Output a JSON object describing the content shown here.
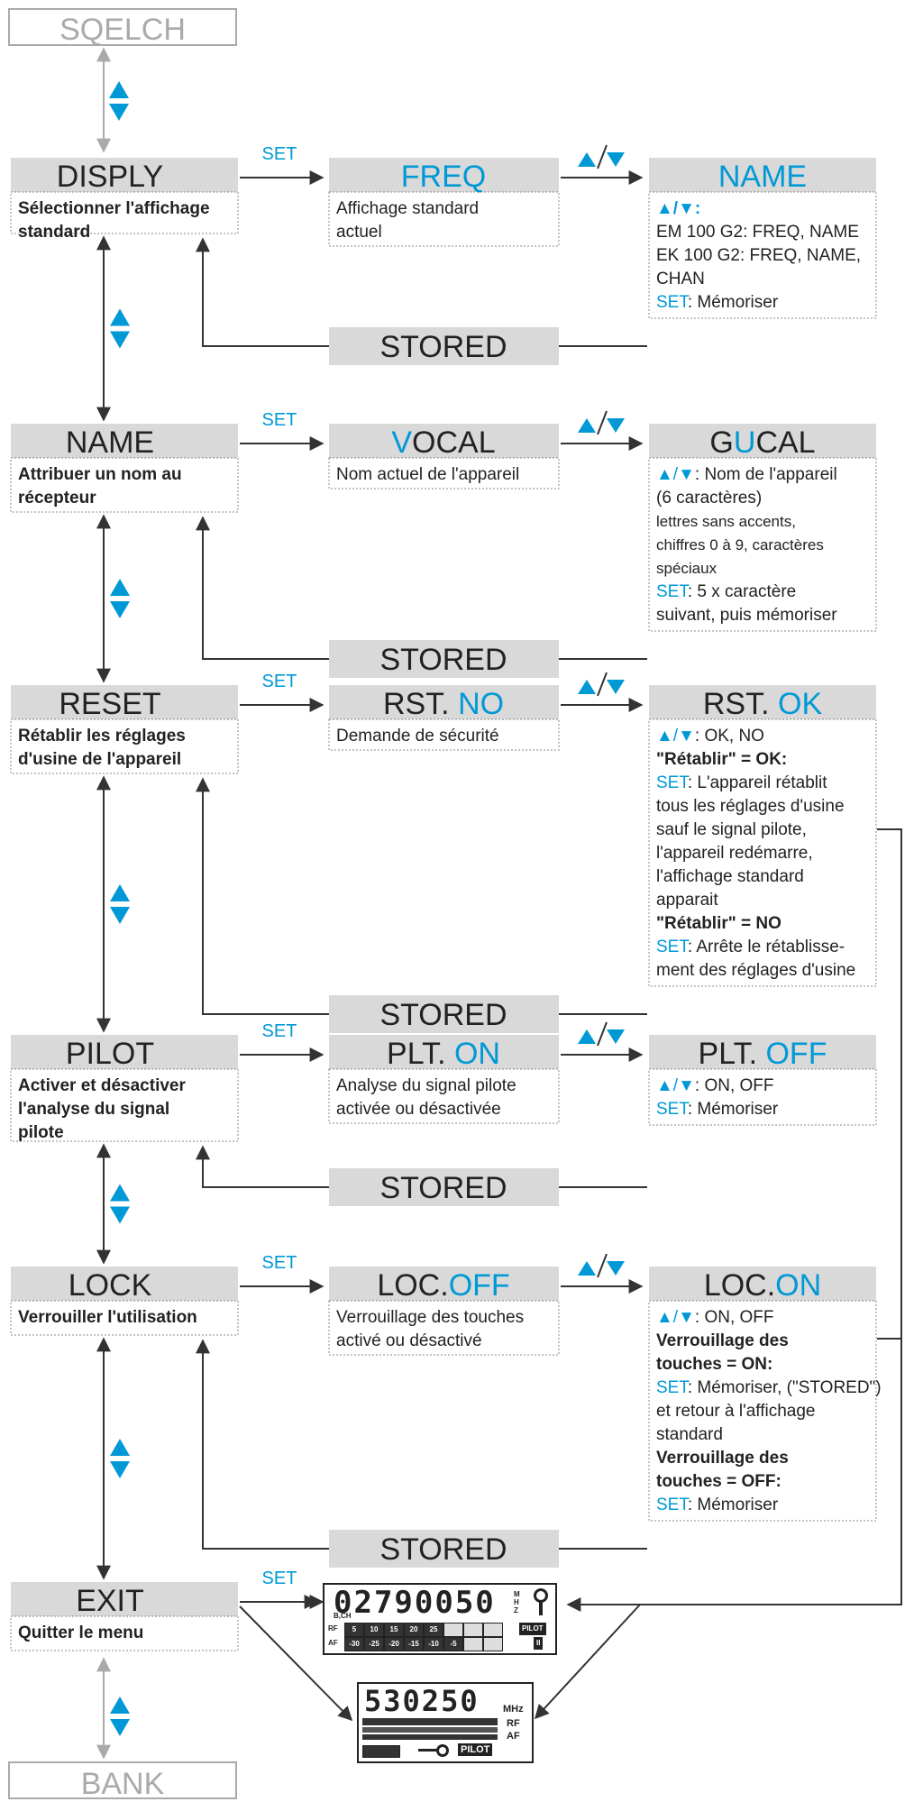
{
  "colors": {
    "accent": "#0099d6",
    "header_bg": "#d9d9d9",
    "line": "#333333",
    "faint": "#aaaaaa"
  },
  "top_nav": {
    "label": "SQELCH"
  },
  "bottom_nav": {
    "label": "BANK"
  },
  "set_label": "SET",
  "stored_label": "STORED",
  "menu": [
    {
      "id": "display",
      "title": "DISPLY",
      "desc": [
        "Sélectionner l'affichage",
        "standard"
      ],
      "mid": {
        "parts": [
          {
            "t": "FREQ",
            "hi": true
          }
        ],
        "desc": [
          "Affichage standard",
          "actuel"
        ]
      },
      "right": {
        "parts": [
          {
            "t": "NAME",
            "hi": true
          }
        ]
      }
    },
    {
      "id": "name",
      "title": "NAME",
      "desc": [
        "Attribuer un nom au",
        "récepteur"
      ],
      "mid": {
        "parts": [
          {
            "t": "V",
            "hi": true
          },
          {
            "t": "OCAL",
            "hi": false
          }
        ],
        "desc": [
          "Nom actuel de l'appareil"
        ]
      },
      "right": {
        "parts": [
          {
            "t": "G",
            "hi": false
          },
          {
            "t": "U",
            "hi": true
          },
          {
            "t": "CAL",
            "hi": false
          }
        ]
      }
    },
    {
      "id": "reset",
      "title": "RESET",
      "desc": [
        "Rétablir les réglages",
        "d'usine de l'appareil"
      ],
      "mid": {
        "parts": [
          {
            "t": "RST. ",
            "hi": false
          },
          {
            "t": "NO",
            "hi": true
          }
        ],
        "desc": [
          "Demande de sécurité"
        ]
      },
      "right": {
        "parts": [
          {
            "t": "RST. ",
            "hi": false
          },
          {
            "t": "OK",
            "hi": true
          }
        ]
      }
    },
    {
      "id": "pilot",
      "title": "PILOT",
      "desc": [
        "Activer et désactiver",
        "l'analyse du signal",
        "pilote"
      ],
      "mid": {
        "parts": [
          {
            "t": "PLT.  ",
            "hi": false
          },
          {
            "t": "ON",
            "hi": true
          }
        ],
        "desc": [
          "Analyse du signal pilote",
          "activée ou désactivée"
        ]
      },
      "right": {
        "parts": [
          {
            "t": "PLT.  ",
            "hi": false
          },
          {
            "t": "OFF",
            "hi": true
          }
        ]
      }
    },
    {
      "id": "lock",
      "title": "LOCK",
      "desc": [
        "Verrouiller l'utilisation"
      ],
      "mid": {
        "parts": [
          {
            "t": "LOC.",
            "hi": false
          },
          {
            "t": "OFF",
            "hi": true
          }
        ],
        "desc": [
          "Verrouillage des touches",
          "activé ou désactivé"
        ]
      },
      "right": {
        "parts": [
          {
            "t": "LOC.",
            "hi": false
          },
          {
            "t": "ON",
            "hi": true
          }
        ]
      }
    },
    {
      "id": "exit",
      "title": "EXIT",
      "desc": [
        "Quitter le menu"
      ]
    }
  ],
  "right_text": {
    "display": [
      {
        "parts": [
          {
            "t": "▲/▼:",
            "hi": true
          }
        ],
        "bold": true
      },
      {
        "parts": [
          {
            "t": "EM 100 G2: FREQ, NAME"
          }
        ]
      },
      {
        "parts": [
          {
            "t": "EK 100 G2:  FREQ, NAME,"
          }
        ]
      },
      {
        "parts": [
          {
            "t": "                     CHAN"
          }
        ]
      },
      {
        "parts": [
          {
            "t": "SET",
            "hi": true
          },
          {
            "t": ": Mémoriser"
          }
        ]
      }
    ],
    "name": [
      {
        "parts": [
          {
            "t": "▲/▼",
            "hi": true
          },
          {
            "t": ":  Nom de l'appareil"
          }
        ]
      },
      {
        "parts": [
          {
            "t": "(6 caractères)"
          }
        ]
      },
      {
        "parts": [
          {
            "t": "lettres sans accents,"
          }
        ],
        "small": true
      },
      {
        "parts": [
          {
            "t": "chiffres 0 à 9, caractères"
          }
        ],
        "small": true
      },
      {
        "parts": [
          {
            "t": "spéciaux"
          }
        ],
        "small": true
      },
      {
        "parts": [
          {
            "t": "SET",
            "hi": true
          },
          {
            "t": ": 5 x caractère"
          }
        ]
      },
      {
        "parts": [
          {
            "t": "suivant, puis mémoriser"
          }
        ]
      }
    ],
    "reset": [
      {
        "parts": [
          {
            "t": "▲/▼",
            "hi": true
          },
          {
            "t": ": OK, NO"
          }
        ]
      },
      {
        "parts": [
          {
            "t": "\"Rétablir\" = OK:"
          }
        ],
        "bold": true
      },
      {
        "parts": [
          {
            "t": "SET",
            "hi": true
          },
          {
            "t": ": L'appareil rétablit"
          }
        ]
      },
      {
        "parts": [
          {
            "t": "tous les réglages d'usine"
          }
        ]
      },
      {
        "parts": [
          {
            "t": "sauf le signal pilote,"
          }
        ]
      },
      {
        "parts": [
          {
            "t": "l'appareil redémarre,"
          }
        ]
      },
      {
        "parts": [
          {
            "t": "l'affichage standard"
          }
        ]
      },
      {
        "parts": [
          {
            "t": "apparait"
          }
        ]
      },
      {
        "parts": [
          {
            "t": "\"Rétablir\" = NO"
          }
        ],
        "bold": true
      },
      {
        "parts": [
          {
            "t": "SET",
            "hi": true
          },
          {
            "t": ":  Arrête le rétablisse-"
          }
        ]
      },
      {
        "parts": [
          {
            "t": "ment des réglages d'usine"
          }
        ]
      }
    ],
    "pilot": [
      {
        "parts": [
          {
            "t": "▲/▼",
            "hi": true
          },
          {
            "t": ": ON, OFF"
          }
        ]
      },
      {
        "parts": [
          {
            "t": "SET",
            "hi": true
          },
          {
            "t": ": Mémoriser"
          }
        ]
      }
    ],
    "lock": [
      {
        "parts": [
          {
            "t": "▲/▼",
            "hi": true
          },
          {
            "t": ": ON, OFF"
          }
        ]
      },
      {
        "parts": [
          {
            "t": "Verrouillage des"
          }
        ],
        "bold": true
      },
      {
        "parts": [
          {
            "t": "touches = ON:"
          }
        ],
        "bold": true
      },
      {
        "parts": [
          {
            "t": "SET",
            "hi": true
          },
          {
            "t": ": Mémoriser, (\"STORED\")"
          }
        ]
      },
      {
        "parts": [
          {
            "t": "et retour à l'affichage"
          }
        ]
      },
      {
        "parts": [
          {
            "t": "standard"
          }
        ]
      },
      {
        "parts": [
          {
            "t": "Verrouillage des"
          }
        ],
        "bold": true
      },
      {
        "parts": [
          {
            "t": "touches = OFF:"
          }
        ],
        "bold": true
      },
      {
        "parts": [
          {
            "t": "SET",
            "hi": true
          },
          {
            "t": ": Mémoriser"
          }
        ]
      }
    ]
  },
  "display1": {
    "digits": "02790050",
    "sub": "B,CH",
    "unit": [
      "M",
      "H",
      "Z"
    ],
    "rf_label": "RF",
    "af_label": "AF",
    "rf_segments": [
      "5",
      "10",
      "15",
      "20",
      "25",
      "",
      "",
      ""
    ],
    "af_segments": [
      "-30",
      "-25",
      "-20",
      "-15",
      "-10",
      "-5",
      "",
      ""
    ],
    "pilot": "PILOT",
    "channel": "II"
  },
  "display2": {
    "digits": "530250",
    "unit": "MHz",
    "rf_label": "RF",
    "af_label": "AF",
    "pilot": "PILOT"
  }
}
